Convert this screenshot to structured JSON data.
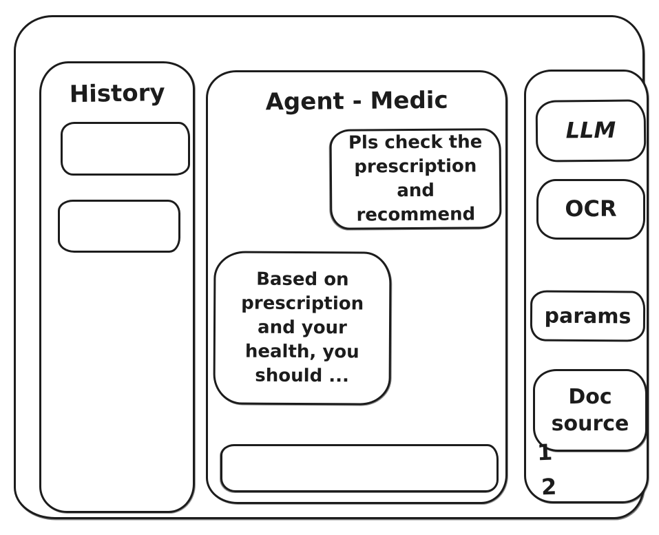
{
  "app": {
    "history": {
      "title": "History",
      "items": [
        {
          "label": ""
        },
        {
          "label": ""
        }
      ]
    },
    "chat": {
      "title": "Agent - Medic",
      "messages": [
        {
          "role": "user",
          "text": "Pls check the prescription and recommend"
        },
        {
          "role": "assistant",
          "text": "Based on prescription and your health, you should ..."
        }
      ],
      "input": {
        "value": "",
        "placeholder": ""
      }
    },
    "tools": {
      "llm_label": "LLM",
      "ocr_label": "OCR",
      "params_label": "params",
      "doc_source_label": "Doc source",
      "doc_items": [
        "1",
        "2"
      ]
    }
  },
  "colors": {
    "ink": "#1c1c1c",
    "background": "#ffffff"
  }
}
